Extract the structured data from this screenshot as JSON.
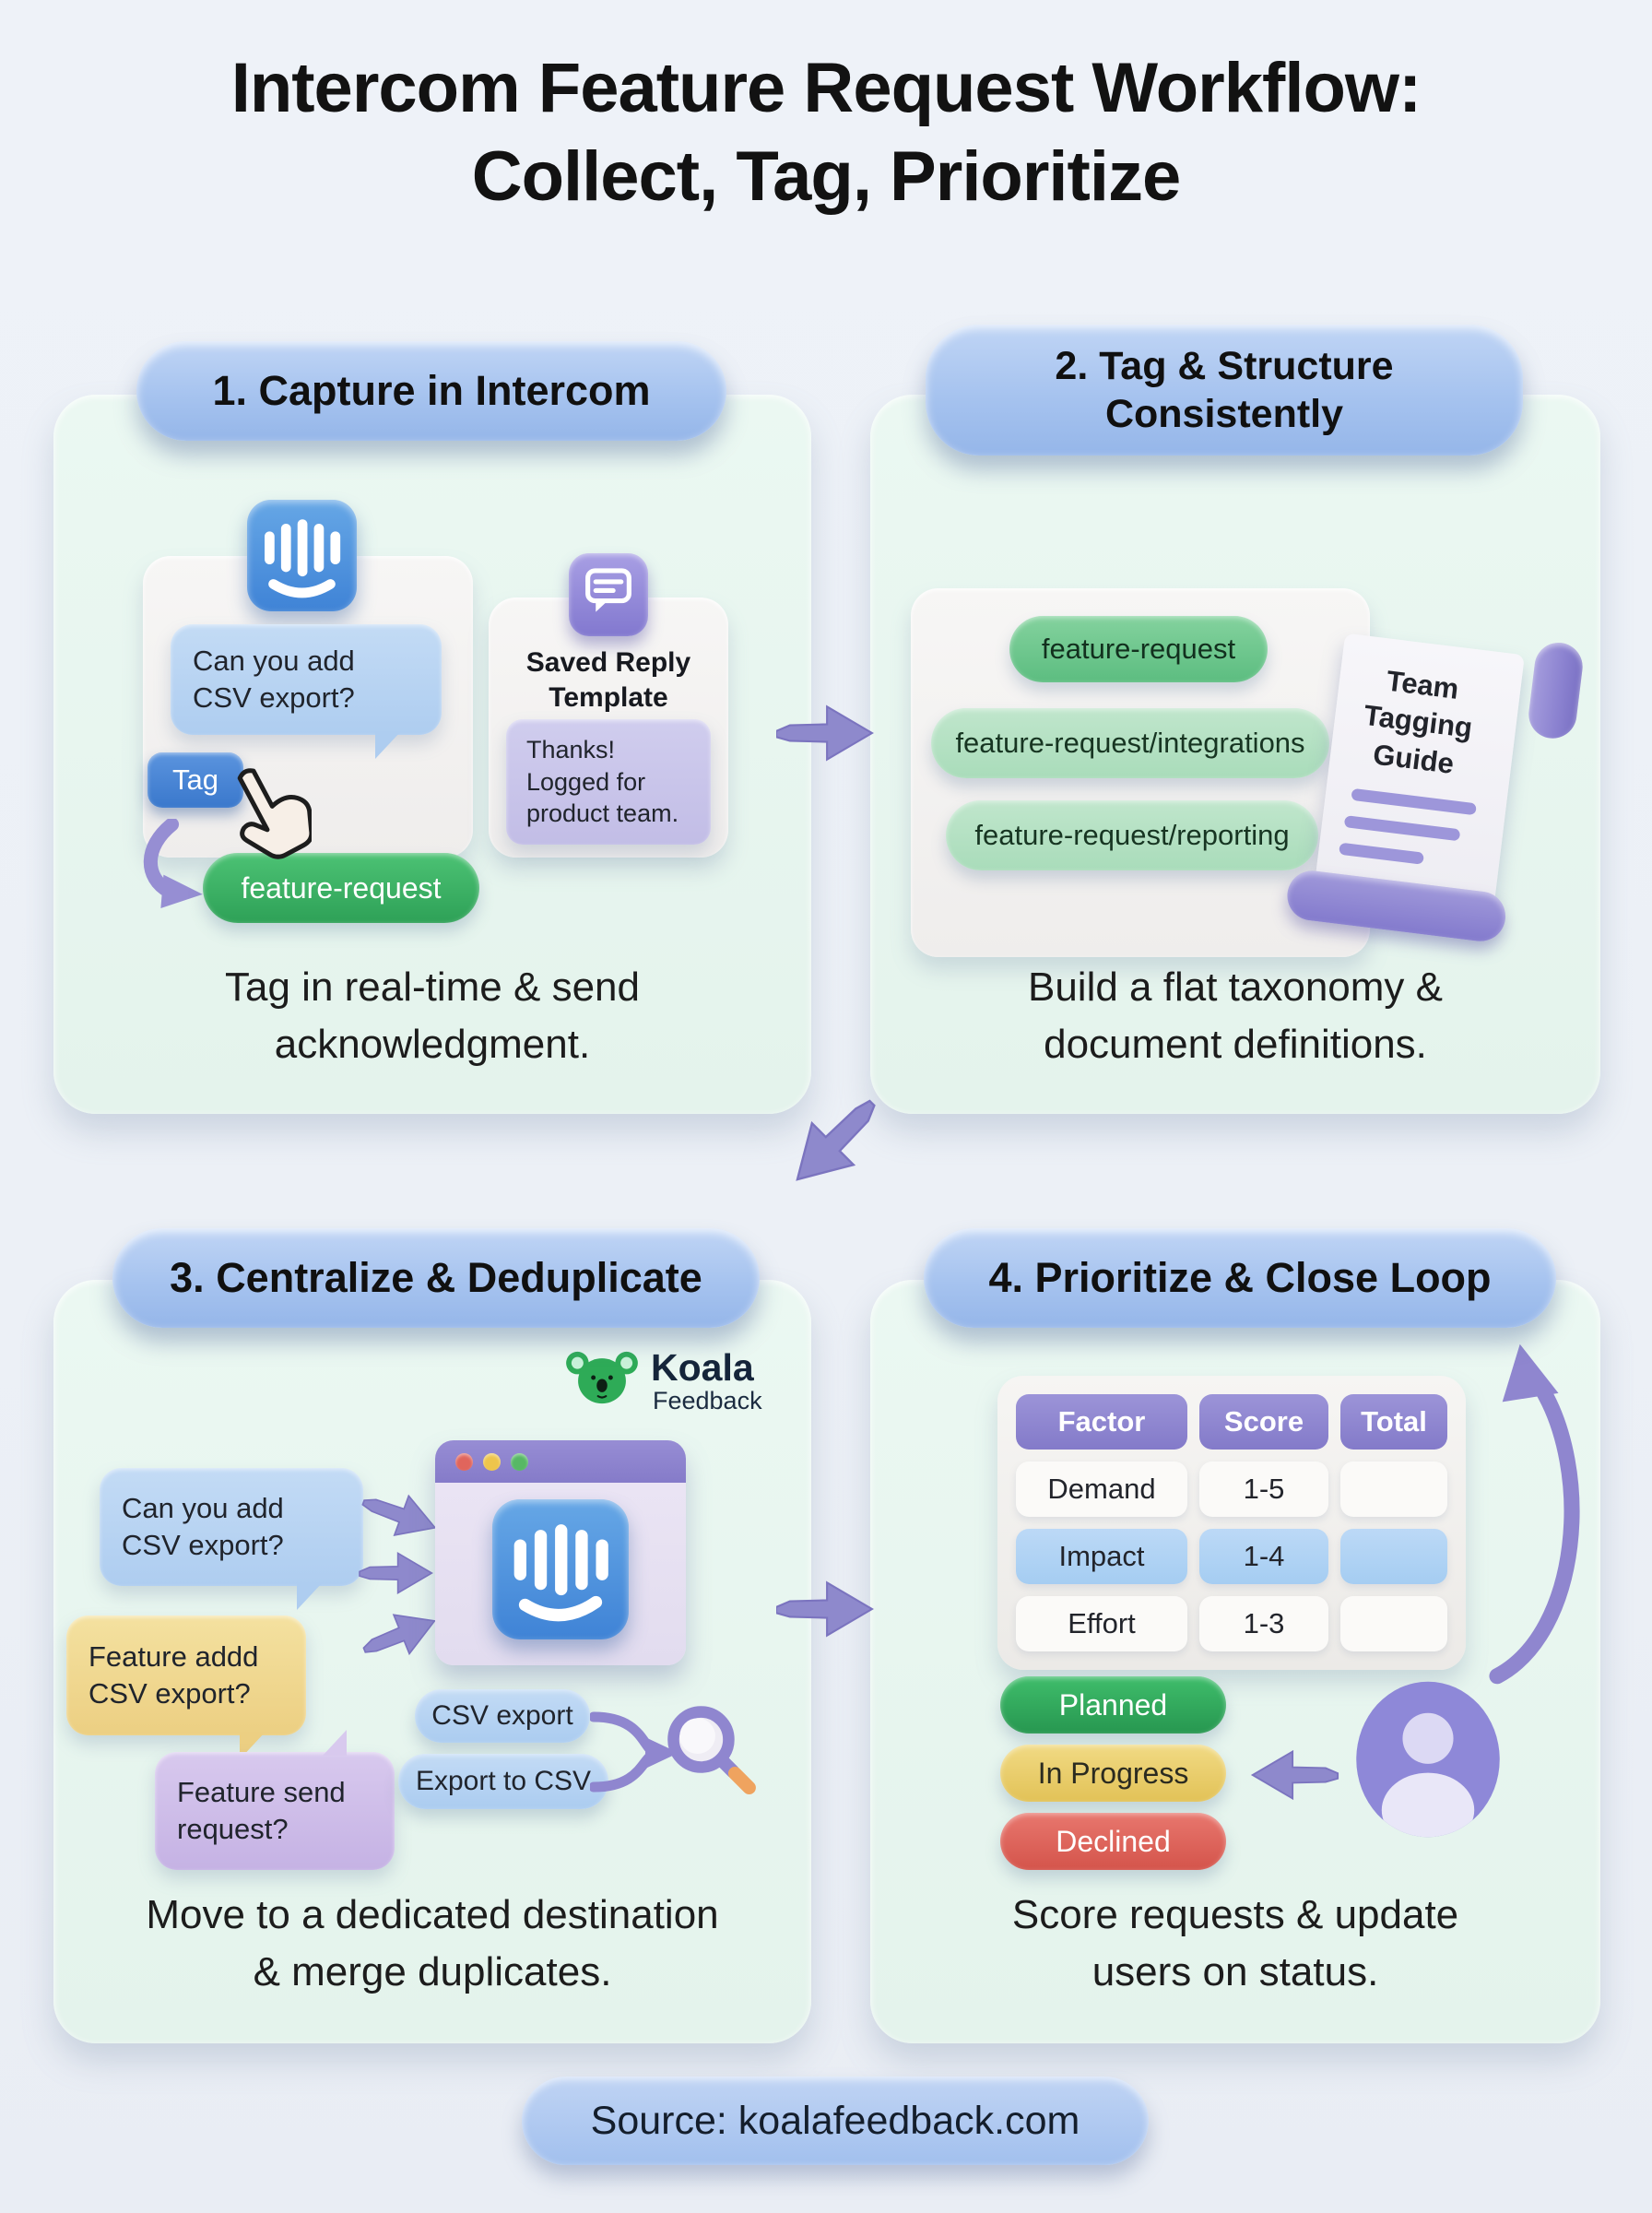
{
  "title": {
    "line1": "Intercom Feature Request Workflow:",
    "line2": "Collect, Tag, Prioritize"
  },
  "panels": {
    "p1": {
      "header": "1. Capture in Intercom",
      "chat_bubble": "Can you add CSV export?",
      "tag_button": "Tag",
      "tag_pill": "feature-request",
      "saved_reply_title": "Saved Reply Template",
      "saved_reply_body": "Thanks! Logged for product team.",
      "caption_line1": "Tag in real-time & send",
      "caption_line2": "acknowledgment."
    },
    "p2": {
      "header_line1": "2. Tag & Structure",
      "header_line2": "Consistently",
      "tags": [
        "feature-request",
        "feature-request/integrations",
        "feature-request/reporting"
      ],
      "scroll_label": "Team Tagging Guide",
      "caption_line1": "Build a flat taxonomy &",
      "caption_line2": "document definitions."
    },
    "p3": {
      "header": "3. Centralize & Deduplicate",
      "brand_name": "Koala",
      "brand_sub": "Feedback",
      "bubbles": [
        "Can you add CSV export?",
        "Feature addd CSV export?",
        "Feature send request?"
      ],
      "dupe_pills": [
        "CSV export",
        "Export to CSV"
      ],
      "caption_line1": "Move to a dedicated destination",
      "caption_line2": "& merge duplicates."
    },
    "p4": {
      "header": "4. Prioritize & Close Loop",
      "table": {
        "headers": [
          "Factor",
          "Score",
          "Total"
        ],
        "rows": [
          [
            "Demand",
            "1-5",
            ""
          ],
          [
            "Impact",
            "1-4",
            ""
          ],
          [
            "Effort",
            "1-3",
            ""
          ]
        ]
      },
      "statuses": [
        {
          "label": "Planned",
          "color": "#2fab5a"
        },
        {
          "label": "In Progress",
          "color": "#ecd06c"
        },
        {
          "label": "Declined",
          "color": "#e0635a"
        }
      ],
      "caption_line1": "Score requests & update",
      "caption_line2": "users on status."
    }
  },
  "footer": "Source: koalafeedback.com",
  "colors": {
    "page_bg": "#edf1f7",
    "panel_bg": "#e7f5ef",
    "header_pill": "#a6c3ef",
    "intercom_blue": "#4389d9",
    "chat_blue": "#b7d3f1",
    "tag_green_dark": "#3cae63",
    "tag_green_light": "#b2dfc2",
    "lavender": "#c9c5e9",
    "purple_accent": "#8b82d0",
    "yellow_bubble": "#f0db94",
    "violet_bubble": "#cfc0e9",
    "status_planned": "#2fab5a",
    "status_progress": "#ecd06c",
    "status_declined": "#e0635a",
    "koala_green": "#2eab57",
    "magnifier_handle_tip": "#efa35f"
  }
}
